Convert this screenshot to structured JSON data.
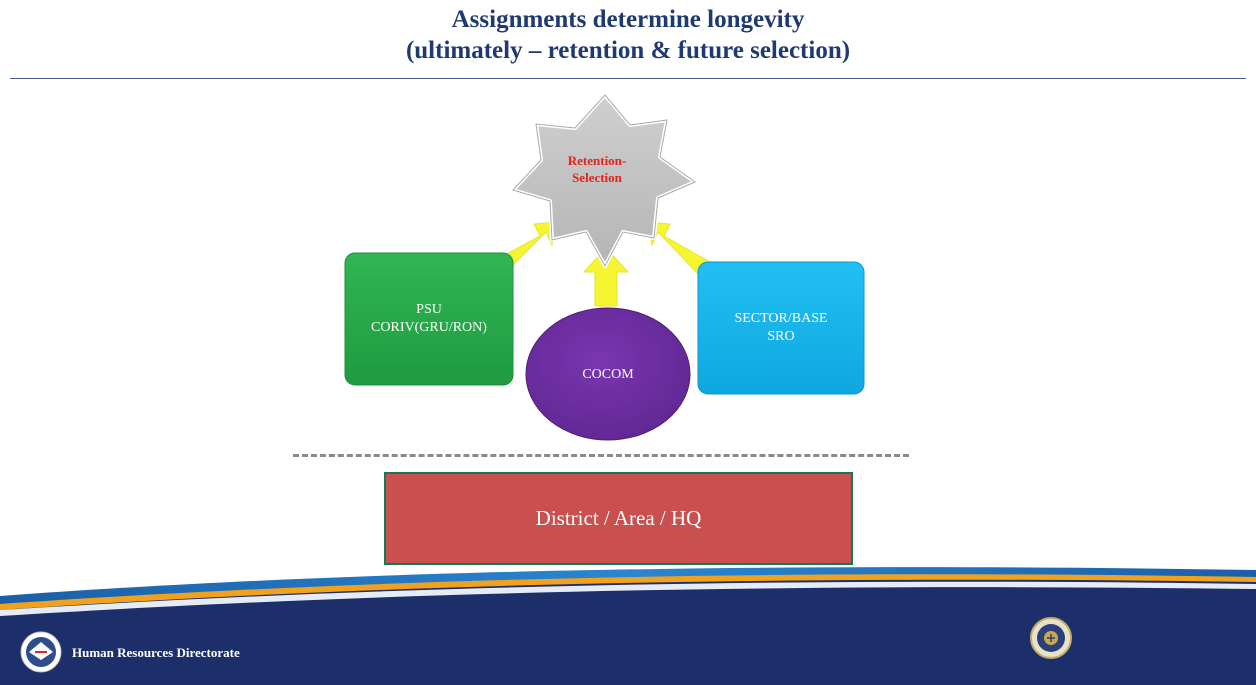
{
  "title": {
    "line1": "Assignments determine longevity",
    "line2": "(ultimately – retention & future selection)"
  },
  "diagram": {
    "star": {
      "line1": "Retention-",
      "line2": "Selection"
    },
    "psu": {
      "line1": "PSU",
      "line2": "CORIV(GRU/RON)"
    },
    "cocom": {
      "label": "COCOM"
    },
    "sector": {
      "line1": "SECTOR/BASE",
      "line2": "SRO"
    },
    "district": {
      "label": "District / Area / HQ"
    }
  },
  "footer": {
    "org_name": "Human Resources Directorate"
  },
  "colors": {
    "title": "#1f3a70",
    "star": "#c4c4c4",
    "psu": "#27a84a",
    "cocom": "#6b2e9e",
    "sector": "#16b4ec",
    "district": "#c9504e",
    "arrow": "#f5f532",
    "footer": "#1c2f6b"
  },
  "icons": {
    "left_logo": "seal-logo-icon",
    "right_logo": "seal-logo-icon"
  }
}
